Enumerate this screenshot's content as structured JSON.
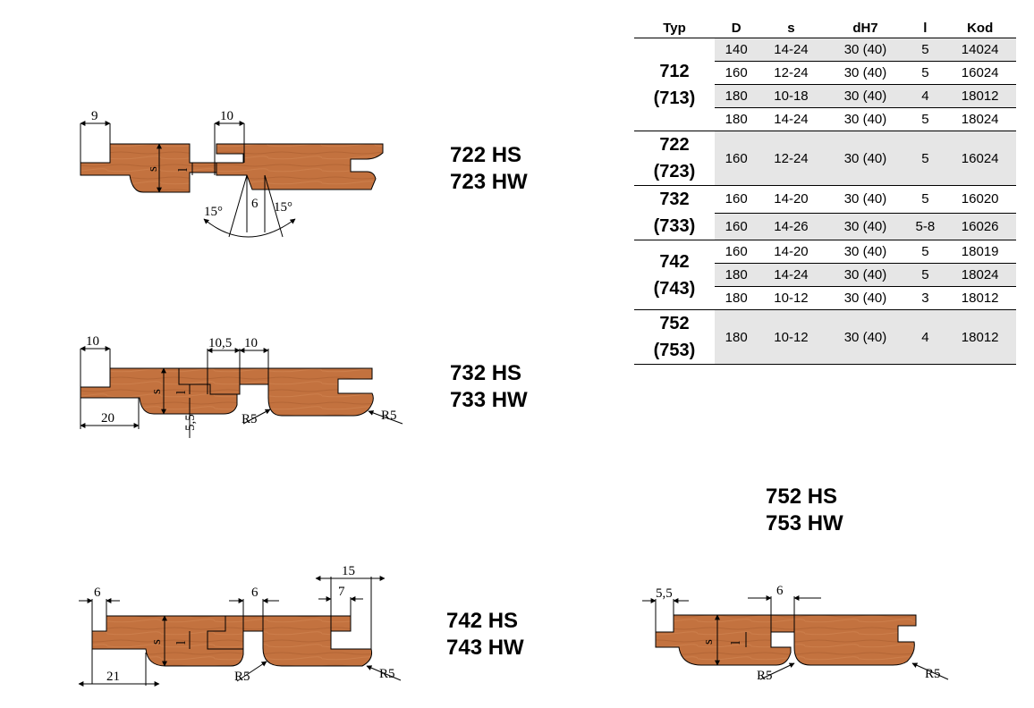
{
  "table": {
    "headers": [
      "Typ",
      "D",
      "s",
      "dH7",
      "l",
      "Kod"
    ],
    "groups": [
      {
        "typ": [
          "712",
          "(713)"
        ],
        "rows": [
          [
            "140",
            "14-24",
            "30 (40)",
            "5",
            "14024"
          ],
          [
            "160",
            "12-24",
            "30 (40)",
            "5",
            "16024"
          ],
          [
            "180",
            "10-18",
            "30 (40)",
            "4",
            "18012"
          ],
          [
            "180",
            "14-24",
            "30 (40)",
            "5",
            "18024"
          ]
        ]
      },
      {
        "typ": [
          "722",
          "(723)"
        ],
        "rows": [
          [
            "160",
            "12-24",
            "30 (40)",
            "5",
            "16024"
          ]
        ]
      },
      {
        "typ": [
          "732",
          "(733)"
        ],
        "rows": [
          [
            "160",
            "14-20",
            "30 (40)",
            "5",
            "16020"
          ],
          [
            "160",
            "14-26",
            "30 (40)",
            "5-8",
            "16026"
          ]
        ]
      },
      {
        "typ": [
          "742",
          "(743)"
        ],
        "rows": [
          [
            "160",
            "14-20",
            "30 (40)",
            "5",
            "18019"
          ],
          [
            "180",
            "14-24",
            "30 (40)",
            "5",
            "18024"
          ],
          [
            "180",
            "10-12",
            "30 (40)",
            "3",
            "18012"
          ]
        ]
      },
      {
        "typ": [
          "752",
          "(753)"
        ],
        "rows": [
          [
            "180",
            "10-12",
            "30 (40)",
            "4",
            "18012"
          ]
        ]
      }
    ]
  },
  "profiles": {
    "p722": {
      "hs": "722 HS",
      "hw": "723 HW",
      "dims": {
        "a": "9",
        "b": "10",
        "s": "s",
        "l": "l",
        "w": "6",
        "ang1": "15°",
        "ang2": "15°"
      }
    },
    "p732": {
      "hs": "732 HS",
      "hw": "733 HW",
      "dims": {
        "a": "10",
        "b": "10,5",
        "c": "10",
        "s": "s",
        "l": "l",
        "d": "20",
        "e": "5,5",
        "r1": "R5",
        "r2": "R5"
      }
    },
    "p742": {
      "hs": "742 HS",
      "hw": "743 HW",
      "dims": {
        "a": "6",
        "b": "6",
        "c": "15",
        "d": "7",
        "s": "s",
        "l": "l",
        "e": "21",
        "r1": "R5",
        "r2": "R5"
      }
    },
    "p752": {
      "hs": "752 HS",
      "hw": "753 HW",
      "dims": {
        "a": "5,5",
        "b": "6",
        "s": "s",
        "l": "l",
        "r1": "R5",
        "r2": "R5"
      }
    }
  },
  "colors": {
    "wood": "#c0703e",
    "wood_dark": "#a35a2c",
    "line": "#000000",
    "shade": "#e6e6e6"
  }
}
